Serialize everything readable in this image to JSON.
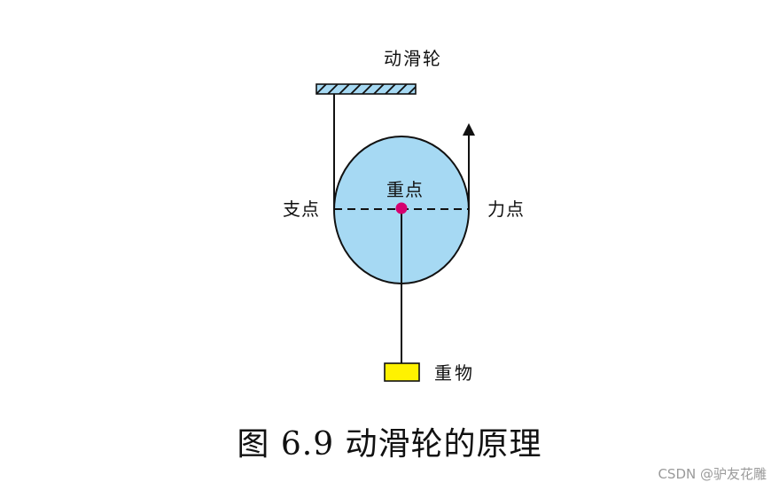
{
  "diagram": {
    "title": "动滑轮",
    "labels": {
      "fulcrum": "支点",
      "effort": "力点",
      "center": "重点",
      "weight": "重物"
    },
    "colors": {
      "pulley_fill": "#a6d9f3",
      "ceiling_fill": "#a6d9f3",
      "center_dot": "#d6006f",
      "weight_fill": "#fff200",
      "stroke": "#111111"
    }
  },
  "caption": "图 6.9 动滑轮的原理",
  "watermark": "CSDN @驴友花雕"
}
